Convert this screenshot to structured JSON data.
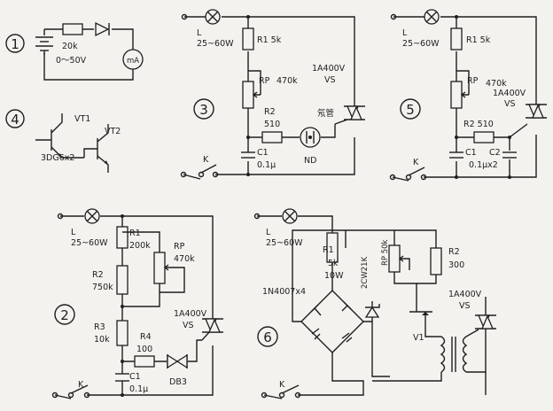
{
  "diagrams": {
    "d1": {
      "number": "1",
      "resistor": "20k",
      "source": "0～50V",
      "meter": "mA"
    },
    "d4": {
      "number": "4",
      "t1": "VT1",
      "t2": "VT2",
      "type": "3DG6x2"
    },
    "d3": {
      "number": "3",
      "lamp_l": "L",
      "lamp_w": "25~60W",
      "r1": "R1  5k",
      "rp": "RP",
      "rp_val": "470k",
      "r2": "R2",
      "r2_val": "510",
      "c1": "C1",
      "c1_val": "0.1μ",
      "neon": "氖管",
      "nd": "ND",
      "triac": "1A400V",
      "vs": "VS",
      "k": "K"
    },
    "d5": {
      "number": "5",
      "lamp_l": "L",
      "lamp_w": "25~60W",
      "r1": "R1   5k",
      "rp": "RP",
      "rp_val": "470k",
      "r2": "R2   510",
      "c1": "C1",
      "c2": "C2",
      "c_val": "0.1μx2",
      "triac": "1A400V",
      "vs": "VS",
      "k": "K"
    },
    "d2": {
      "number": "2",
      "lamp_l": "L",
      "lamp_w": "25~60W",
      "r1": "R1",
      "r1_val": "200k",
      "r2": "R2",
      "r2_val": "750k",
      "r3": "R3",
      "r3_val": "10k",
      "r4": "R4",
      "r4_val": "100",
      "rp": "RP",
      "rp_val": "470k",
      "c1": "C1",
      "c1_val": "0.1μ",
      "db3": "DB3",
      "triac": "1A400V",
      "vs": "VS",
      "k": "K"
    },
    "d6": {
      "number": "6",
      "lamp_l": "L",
      "lamp_w": "25~60W",
      "r1": "R1",
      "r1_val": "5k",
      "r1_w": "10W",
      "bridge": "1N4007x4",
      "zener": "2CW21K",
      "rp": "RP 50k",
      "r2": "R2",
      "r2_val": "300",
      "vt": "V1",
      "triac": "1A400V",
      "vs": "VS",
      "k": "K"
    }
  }
}
